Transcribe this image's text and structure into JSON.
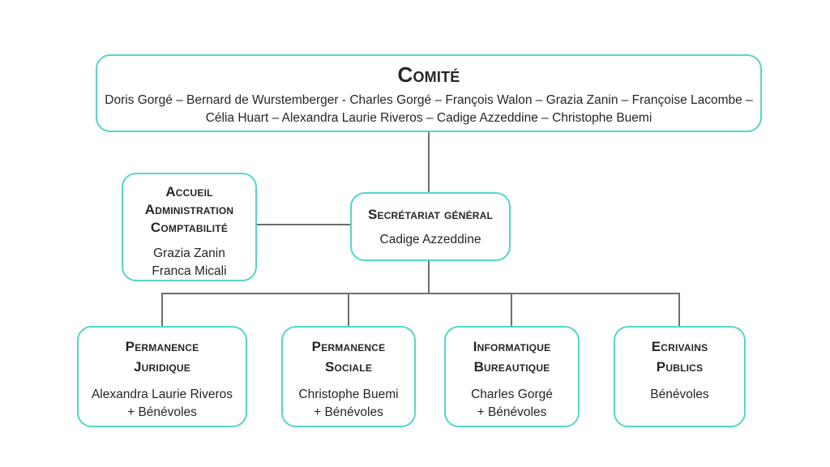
{
  "colors": {
    "box_border": "#52d6c8",
    "connector": "#6e6e6e",
    "text": "#262626",
    "background": "#ffffff"
  },
  "org": {
    "comite": {
      "title": "Comité",
      "members_line1": "Doris Gorgé – Bernard de Wurstemberger - Charles Gorgé – François Walon – Grazia Zanin –  Françoise Lacombe –",
      "members_line2": "Célia Huart – Alexandra Laurie Riveros – Cadige Azzeddine – Christophe Buemi"
    },
    "accueil": {
      "title_line1": "Accueil",
      "title_line2": "Administration",
      "title_line3": "Comptabilité",
      "member1": "Grazia Zanin",
      "member2": "Franca Micali"
    },
    "secretariat": {
      "title": "Secrétariat général",
      "member1": "Cadige Azzeddine"
    },
    "bottom": [
      {
        "title_line1": "Permanence",
        "title_line2": "Juridique",
        "member1": "Alexandra Laurie Riveros",
        "member2": "+ Bénévoles"
      },
      {
        "title_line1": "Permanence",
        "title_line2": "Sociale",
        "member1": "Christophe Buemi",
        "member2": "+ Bénévoles"
      },
      {
        "title_line1": "Informatique",
        "title_line2": "Bureautique",
        "member1": "Charles Gorgé",
        "member2": "+ Bénévoles"
      },
      {
        "title_line1": "Ecrivains",
        "title_line2": "Publics",
        "member1": "Bénévoles"
      }
    ]
  }
}
